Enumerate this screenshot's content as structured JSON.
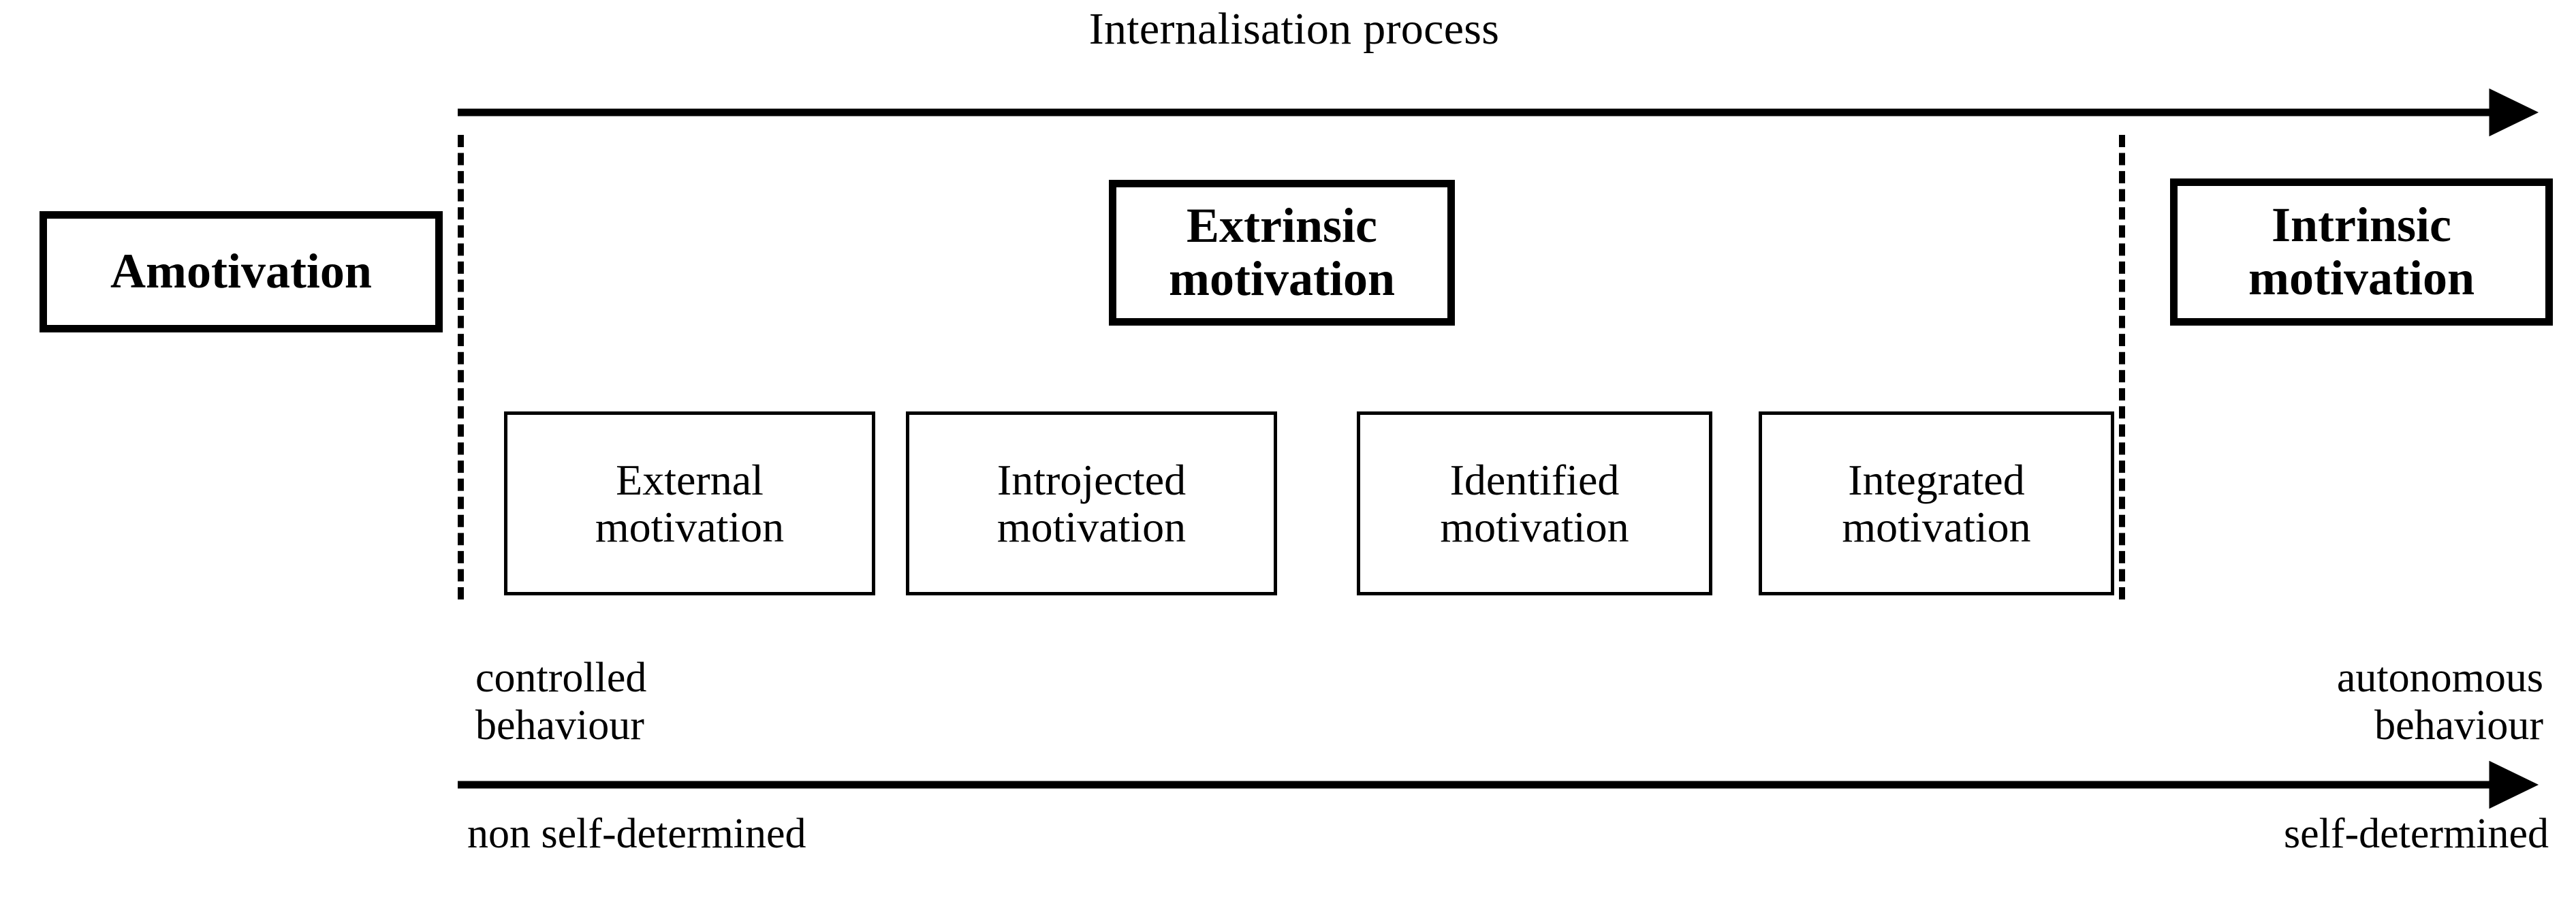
{
  "diagram": {
    "title": "Internalisation process",
    "axis_top": {
      "label": "Internalisation process",
      "direction": "left-to-right",
      "arrowhead": "right"
    },
    "axis_bottom": {
      "direction": "left-to-right",
      "arrowhead": "right",
      "left_label": "non self-determined",
      "right_label": "self-determined"
    },
    "behaviour_labels": {
      "left_line1": "controlled",
      "left_line2": "behaviour",
      "right_line1": "autonomous",
      "right_line2": "behaviour"
    },
    "main_boxes": [
      {
        "id": "amotivation",
        "line1": "Amotivation",
        "line2": "",
        "emphasis": "bold"
      },
      {
        "id": "extrinsic",
        "line1": "Extrinsic",
        "line2": "motivation",
        "emphasis": "bold"
      },
      {
        "id": "intrinsic",
        "line1": "Intrinsic",
        "line2": "motivation",
        "emphasis": "bold"
      }
    ],
    "sub_boxes": [
      {
        "id": "external",
        "line1": "External",
        "line2": "motivation"
      },
      {
        "id": "introjected",
        "line1": "Introjected",
        "line2": "motivation"
      },
      {
        "id": "identified",
        "line1": "Identified",
        "line2": "motivation"
      },
      {
        "id": "integrated",
        "line1": "Integrated",
        "line2": "motivation"
      }
    ],
    "colors": {
      "stroke": "#000000",
      "background": "#ffffff",
      "text": "#000000"
    }
  }
}
